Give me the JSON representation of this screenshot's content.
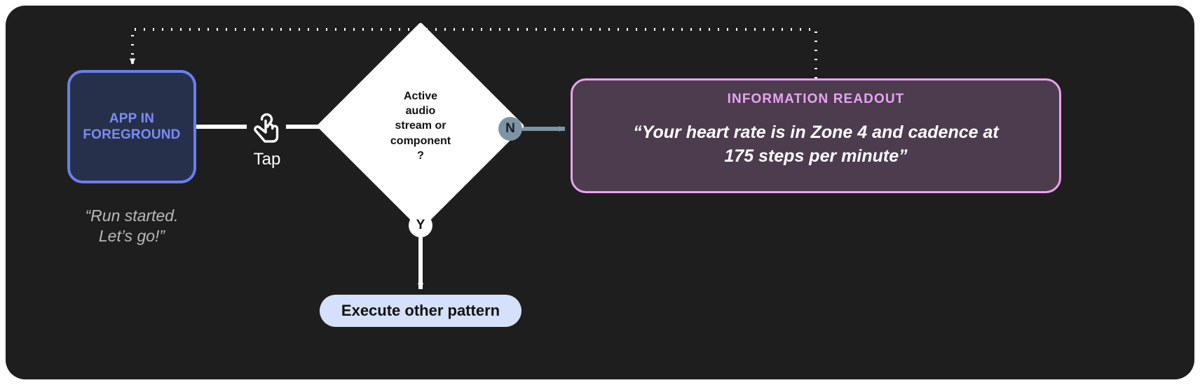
{
  "diagram": {
    "app_node": {
      "label": "APP IN\nFOREGROUND",
      "caption": "“Run started.\nLet’s go!”",
      "border_color": "#6a7ef0",
      "fill_color": "#27304a",
      "text_color": "#7b8cf5"
    },
    "gesture": {
      "label": "Tap",
      "icon": "tap-gesture-icon"
    },
    "decision": {
      "text": "Active\naudio\nstream or\ncomponent\n?",
      "fill_color": "#ffffff",
      "text_color": "#111111"
    },
    "branches": {
      "no": {
        "marker": "N",
        "marker_color": "#7e94a4",
        "arrow_color": "#7e94a4"
      },
      "yes": {
        "marker": "Y",
        "marker_color": "#ffffff",
        "arrow_color": "#ffffff"
      }
    },
    "readout": {
      "title": "INFORMATION READOUT",
      "message": "“Your heart rate is in Zone 4 and cadence at\n175 steps per minute”",
      "border_color": "#eaa2f0",
      "fill_color": "#4c3c4e",
      "title_color": "#e9a3f2"
    },
    "pill": {
      "label": "Execute other pattern",
      "fill_color": "#d5e0fb",
      "text_color": "#121212"
    },
    "feedback_loop": {
      "style": "dotted",
      "color": "#ffffff"
    },
    "background_color": "#1e1e1e"
  }
}
